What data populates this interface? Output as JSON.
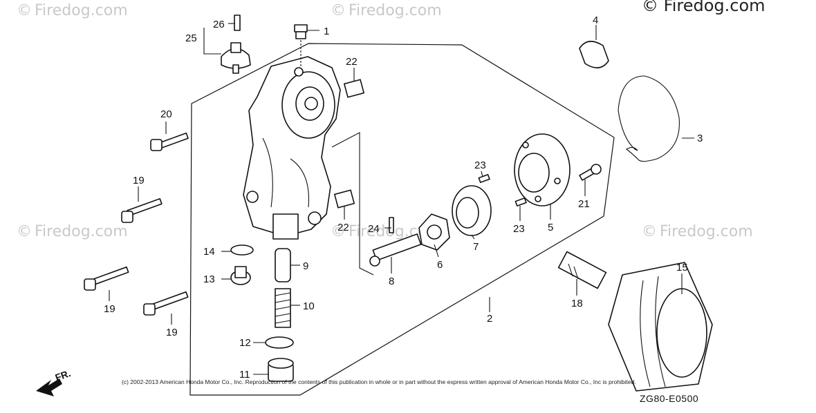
{
  "watermarks": {
    "brand": "© Firedog.com",
    "faint": "Firedog.com",
    "symbol": "©"
  },
  "callouts": {
    "c1": "1",
    "c2": "2",
    "c3": "3",
    "c4": "4",
    "c5": "5",
    "c6": "6",
    "c7": "7",
    "c8": "8",
    "c9": "9",
    "c10": "10",
    "c11": "11",
    "c12": "12",
    "c13": "13",
    "c14": "14",
    "c15": "15",
    "c18": "18",
    "c19a": "19",
    "c19b": "19",
    "c19c": "19",
    "c20": "20",
    "c21": "21",
    "c22a": "22",
    "c22b": "22",
    "c23a": "23",
    "c23b": "23",
    "c24": "24",
    "c25": "25",
    "c26": "26"
  },
  "front_indicator": "FR.",
  "copyright": "(c) 2002-2013 American Honda Motor Co., Inc. Reproduction of the contents of this publication in whole or in part without the express written approval of American Honda Motor Co., Inc is prohibited.",
  "diagram_code": "ZG80-E0500"
}
